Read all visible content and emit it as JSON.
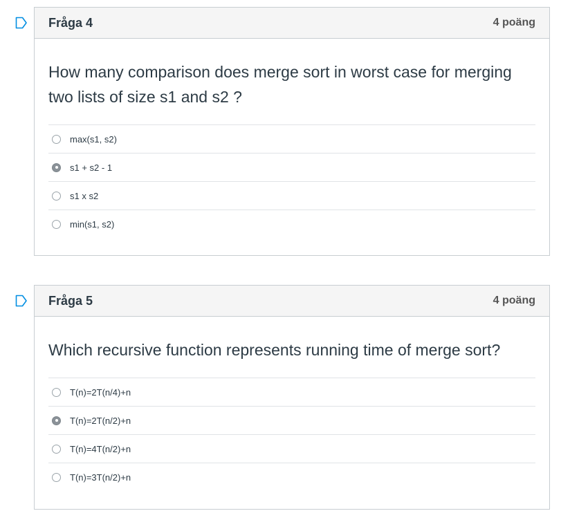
{
  "questions": [
    {
      "title": "Fråga 4",
      "points": "4 poäng",
      "text": "How many comparison does merge sort in worst case for merging two lists of size s1 and s2 ?",
      "answers": [
        {
          "label": "max(s1, s2)",
          "selected": false
        },
        {
          "label": "s1 + s2 - 1",
          "selected": true
        },
        {
          "label": "s1 x s2",
          "selected": false
        },
        {
          "label": "min(s1, s2)",
          "selected": false
        }
      ]
    },
    {
      "title": "Fråga 5",
      "points": "4 poäng",
      "text": "Which recursive function represents running time of merge sort?",
      "answers": [
        {
          "label": "T(n)=2T(n/4)+n",
          "selected": false
        },
        {
          "label": "T(n)=2T(n/2)+n",
          "selected": true
        },
        {
          "label": "T(n)=4T(n/2)+n",
          "selected": false
        },
        {
          "label": "T(n)=3T(n/2)+n",
          "selected": false
        }
      ]
    }
  ],
  "icons": {
    "flag": "flag-outline-icon",
    "accent": "#008ee2"
  }
}
